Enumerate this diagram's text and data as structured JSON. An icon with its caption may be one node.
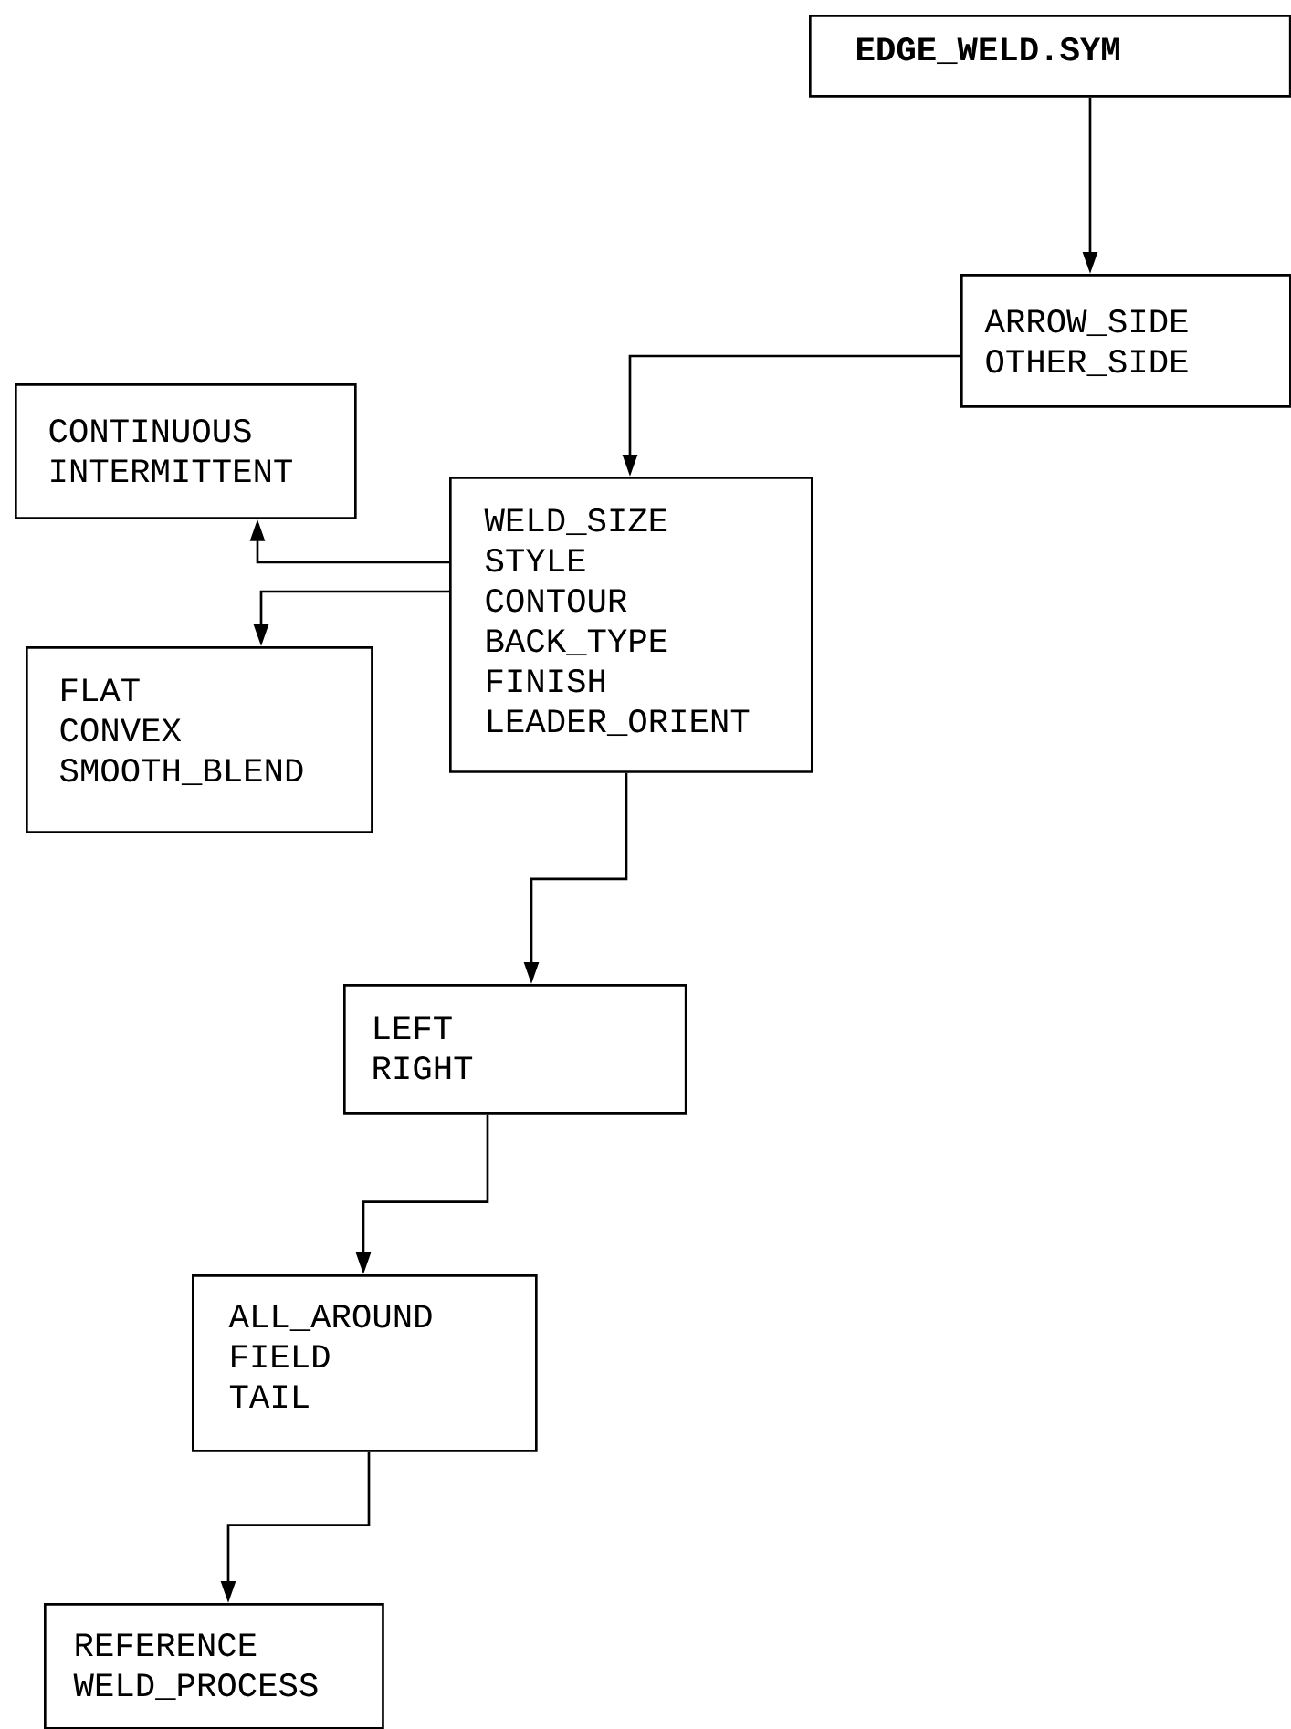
{
  "diagram": {
    "nodes": [
      {
        "text": [
          "EDGE_WELD.SYM"
        ]
      },
      {
        "text": [
          "ARROW_SIDE",
          "OTHER_SIDE"
        ]
      },
      {
        "text": [
          "CONTINUOUS",
          "INTERMITTENT"
        ]
      },
      {
        "text": [
          "WELD_SIZE",
          "STYLE",
          "CONTOUR",
          "BACK_TYPE",
          "FINISH",
          "LEADER_ORIENT"
        ]
      },
      {
        "text": [
          "FLAT",
          "CONVEX",
          "SMOOTH_BLEND"
        ]
      },
      {
        "text": [
          "LEFT",
          "RIGHT"
        ]
      },
      {
        "text": [
          "ALL_AROUND",
          "FIELD",
          "TAIL"
        ]
      },
      {
        "text": [
          "REFERENCE",
          "WELD_PROCESS"
        ]
      }
    ],
    "edges": [
      {
        "from": 0,
        "to": 1,
        "arrow": "to"
      },
      {
        "from": 1,
        "to": 3,
        "arrow": "to"
      },
      {
        "from": 3,
        "to": 2,
        "arrow": "to"
      },
      {
        "from": 3,
        "to": 4,
        "arrow": "to"
      },
      {
        "from": 3,
        "to": 5,
        "arrow": "to"
      },
      {
        "from": 5,
        "to": 6,
        "arrow": "to"
      },
      {
        "from": 6,
        "to": 7,
        "arrow": "to"
      }
    ]
  }
}
